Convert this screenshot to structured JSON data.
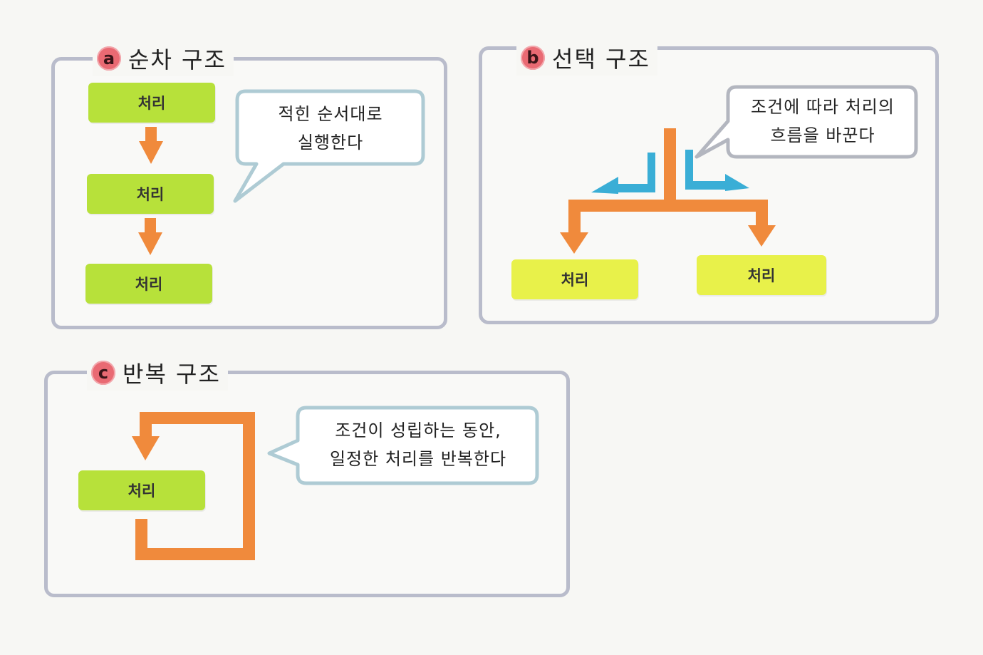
{
  "panels": {
    "a": {
      "badge": "a",
      "title": "순차 구조",
      "box_label": "처리",
      "bubble_lines": [
        "적힌 순서대로",
        "실행한다"
      ]
    },
    "b": {
      "badge": "b",
      "title": "선택 구조",
      "box_label": "처리",
      "bubble_lines": [
        "조건에 따라 처리의",
        "흐름을 바꾼다"
      ]
    },
    "c": {
      "badge": "c",
      "title": "반복 구조",
      "box_label": "처리",
      "bubble_lines": [
        "조건이 성립하는 동안,",
        "일정한 처리를 반복한다"
      ]
    }
  },
  "colors": {
    "frame": "#b9bccb",
    "bubble_border": "#aecbd4",
    "badge": "#e96a73",
    "box_green": "#b7e13a",
    "box_yellow": "#e8f14a",
    "arrow_orange": "#f08a3c",
    "arrow_blue": "#3aaed6"
  }
}
